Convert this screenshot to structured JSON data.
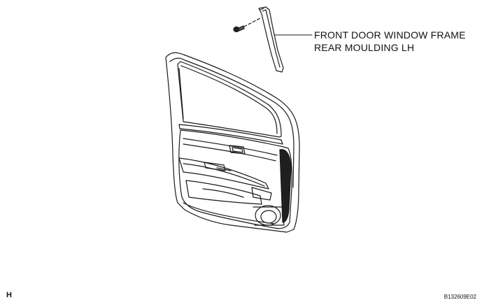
{
  "callout": {
    "line1": "FRONT DOOR WINDOW FRAME",
    "line2": "REAR MOULDING LH"
  },
  "corner_label": "H",
  "figure_code": "B132609E02"
}
